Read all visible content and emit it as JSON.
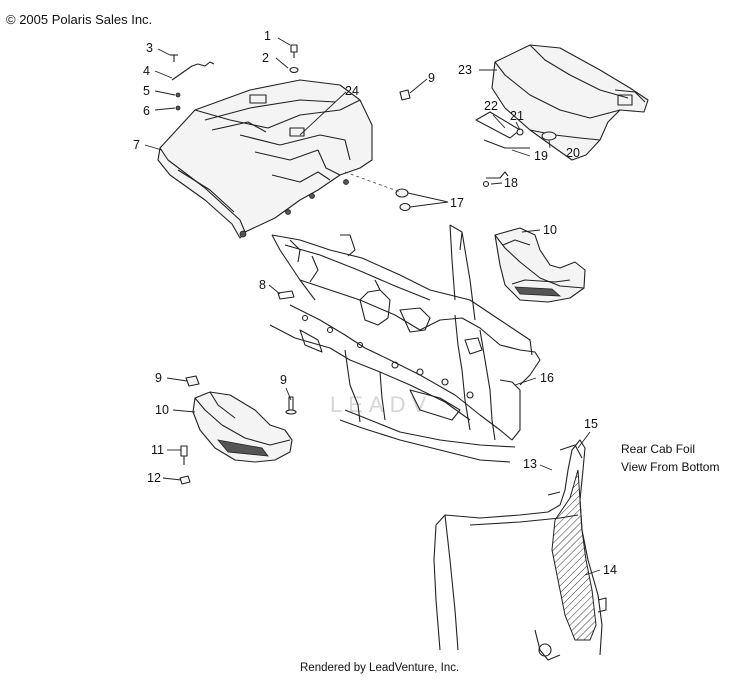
{
  "copyright": "© 2005 Polaris Sales Inc.",
  "footer": "Rendered by LeadVenture, Inc.",
  "watermark": "LEADV",
  "foil_note": {
    "line1": "Rear Cab Foil",
    "line2": "View From Bottom"
  },
  "callouts": {
    "c1": "1",
    "c2": "2",
    "c3": "3",
    "c4": "4",
    "c5": "5",
    "c6": "6",
    "c7": "7",
    "c8": "8",
    "c9a": "9",
    "c9b": "9",
    "c9c": "9",
    "c10a": "10",
    "c10b": "10",
    "c11": "11",
    "c12": "12",
    "c13": "13",
    "c14": "14",
    "c15": "15",
    "c16": "16",
    "c17": "17",
    "c18": "18",
    "c19": "19",
    "c20": "20",
    "c21": "21",
    "c22": "22",
    "c23": "23",
    "c24": "24"
  }
}
